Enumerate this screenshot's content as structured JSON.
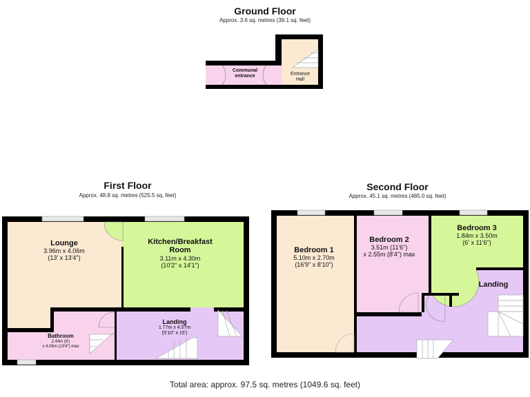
{
  "floors": {
    "ground": {
      "title": "Ground Floor",
      "area": "Approx. 3.6 sq. metres (39.1 sq. feet)",
      "rooms": [
        {
          "name_line1": "Communal",
          "name_line2": "entrance"
        },
        {
          "name_line1": "Entrance",
          "name_line2": "Hall"
        }
      ]
    },
    "first": {
      "title": "First Floor",
      "area": "Approx. 48.8 sq. metres (525.5 sq. feet)",
      "rooms": [
        {
          "name": "Lounge",
          "dim_metric": "3.96m x 4.06m",
          "dim_imperial": "(13' x 13'4\")"
        },
        {
          "name_line1": "Kitchen/Breakfast",
          "name_line2": "Room",
          "dim_metric": "3.11m x 4.30m",
          "dim_imperial": "(10'2\" x 14'1\")"
        },
        {
          "name": "Landing",
          "dim_metric": "1.77m x 4.57m",
          "dim_imperial": "(5'10\" x 15')"
        },
        {
          "name": "Bathroom",
          "dim_metric": "2.44m (8')",
          "dim_imperial": "x 4.06m (13'4\") max"
        }
      ]
    },
    "second": {
      "title": "Second Floor",
      "area": "Approx. 45.1 sq. metres (485.0 sq. feet)",
      "rooms": [
        {
          "name": "Bedroom 1",
          "dim_metric": "5.10m x 2.70m",
          "dim_imperial": "(16'9\" x 8'10\")"
        },
        {
          "name": "Bedroom 2",
          "dim_metric": "3.51m (11'6\")",
          "dim_imperial": "x 2.55m (8'4\") max"
        },
        {
          "name": "Bedroom 3",
          "dim_metric": "1.84m x 3.50m",
          "dim_imperial": "(6' x 11'6\")"
        },
        {
          "name": "Landing"
        }
      ]
    }
  },
  "total_area": "Total area: approx. 97.5 sq. metres (1049.6 sq. feet)",
  "colors": {
    "wall": "#000000",
    "peach": "#fbe9d2",
    "pink": "#f9d3ec",
    "green": "#d6f69a",
    "lilac": "#e6c8f6",
    "window": "#e8e8e8"
  }
}
